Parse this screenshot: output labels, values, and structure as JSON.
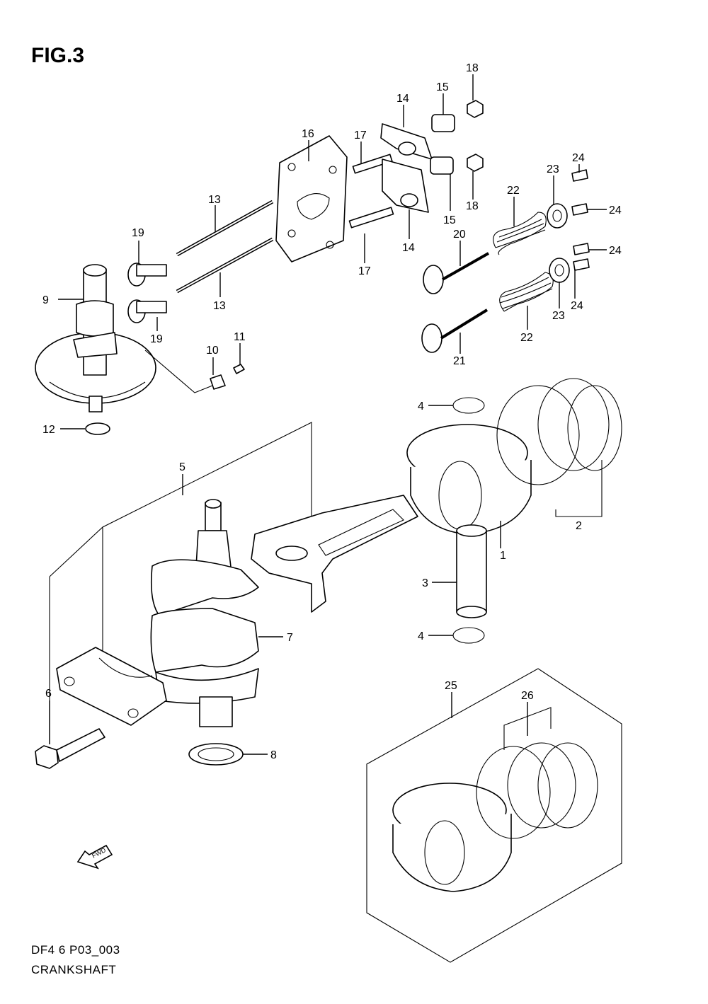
{
  "figure_title": "FIG.3",
  "footer": {
    "code": "DF4 6 P03_003",
    "name": "CRANKSHAFT"
  },
  "fwd_label": "FWD",
  "callouts": {
    "c1": "1",
    "c2": "2",
    "c3": "3",
    "c4a": "4",
    "c4b": "4",
    "c5": "5",
    "c6": "6",
    "c7": "7",
    "c8": "8",
    "c9": "9",
    "c10": "10",
    "c11": "11",
    "c12": "12",
    "c13a": "13",
    "c13b": "13",
    "c14a": "14",
    "c14b": "14",
    "c15a": "15",
    "c15b": "15",
    "c16": "16",
    "c17a": "17",
    "c17b": "17",
    "c18a": "18",
    "c18b": "18",
    "c19a": "19",
    "c19b": "19",
    "c20": "20",
    "c21": "21",
    "c22a": "22",
    "c22b": "22",
    "c23a": "23",
    "c23b": "23",
    "c24a": "24",
    "c24b": "24",
    "c24c": "24",
    "c24d": "24",
    "c25": "25",
    "c26": "26"
  }
}
